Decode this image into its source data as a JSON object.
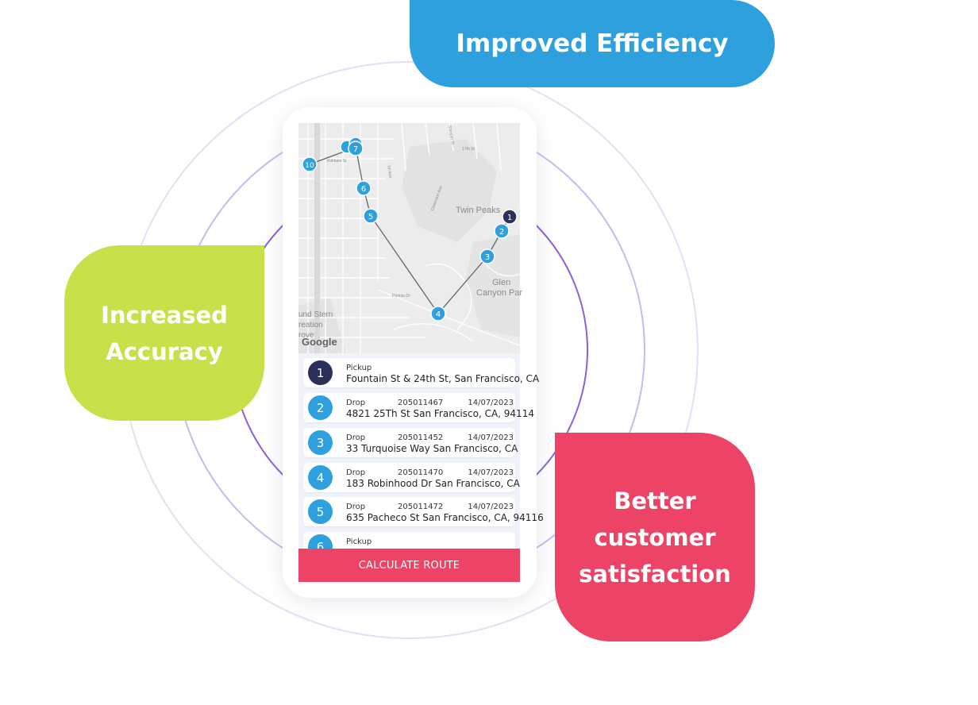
{
  "benefits": {
    "efficiency": "Improved Efficiency",
    "accuracy_line1": "Increased",
    "accuracy_line2": "Accuracy",
    "satisfaction_line1": "Better",
    "satisfaction_line2": "customer",
    "satisfaction_line3": "satisfaction"
  },
  "colors": {
    "efficiency": "#2ea0dd",
    "accuracy": "#c8e04a",
    "satisfaction": "#ec4366",
    "pickup_marker": "#2a2f5b",
    "drop_marker": "#2ea0dd"
  },
  "map": {
    "labels": {
      "twin_peaks": "Twin Peaks",
      "glen": "Glen",
      "canyon_park": "Canyon Par",
      "stern_1": "und Stern",
      "stern_2": "reation",
      "stern_3": "rove",
      "kirkham": "Kirkham St",
      "portola": "Portola Dr",
      "street_17th": "17th St",
      "stanyan": "Stanyan St",
      "clarendon": "Clarendon Ave",
      "seventh_ave": "7th Ave"
    },
    "google_logo": "Google",
    "markers": [
      "1",
      "2",
      "3",
      "4",
      "5",
      "6",
      "7",
      "10"
    ]
  },
  "stops": [
    {
      "num": "1",
      "type": "Pickup",
      "id": "",
      "date": "",
      "address": "Fountain St & 24th St, San Francisco, CA",
      "kind": "pickup"
    },
    {
      "num": "2",
      "type": "Drop",
      "id": "205011467",
      "date": "14/07/2023",
      "address": "4821 25Th St San Francisco, CA, 94114",
      "kind": "drop"
    },
    {
      "num": "3",
      "type": "Drop",
      "id": "205011452",
      "date": "14/07/2023",
      "address": "33 Turquoise Way San Francisco, CA",
      "kind": "drop"
    },
    {
      "num": "4",
      "type": "Drop",
      "id": "205011470",
      "date": "14/07/2023",
      "address": "183 Robinhood Dr San Francisco, CA",
      "kind": "drop"
    },
    {
      "num": "5",
      "type": "Drop",
      "id": "205011472",
      "date": "14/07/2023",
      "address": "635 Pacheco St San Francisco, CA, 94116",
      "kind": "drop"
    },
    {
      "num": "6",
      "type": "Pickup",
      "id": "",
      "date": "",
      "address": "",
      "kind": "drop"
    }
  ],
  "calculate_button": "CALCULATE ROUTE"
}
